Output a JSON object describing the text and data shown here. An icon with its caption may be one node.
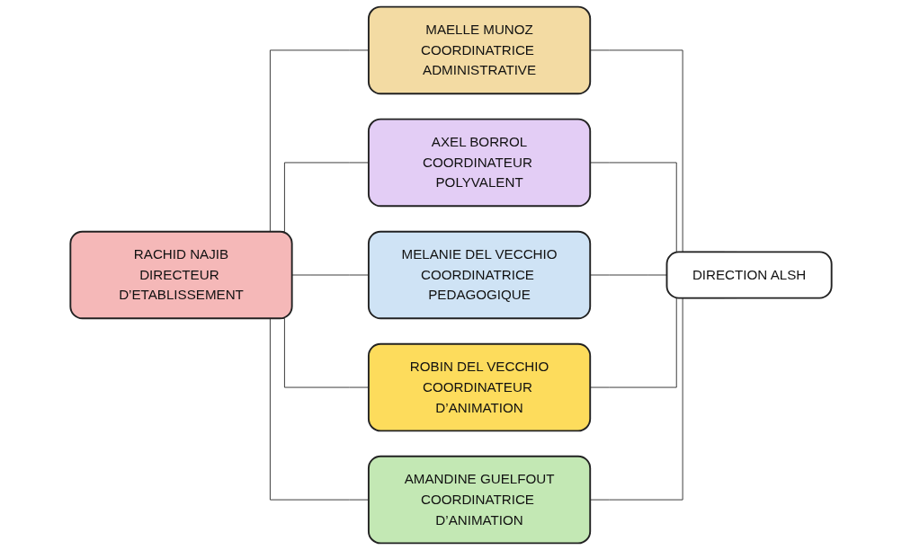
{
  "diagram": {
    "nodes": [
      {
        "text": [
          "RACHID NAJIB",
          "DIRECTEUR D’ETABLISSEMENT"
        ]
      },
      {
        "text": [
          "MAELLE MUNOZ",
          "COORDINATRICE ADMINISTRATIVE"
        ]
      },
      {
        "text": [
          "AXEL BORROL",
          "COORDINATEUR POLYVALENT"
        ]
      },
      {
        "text": [
          "MELANIE DEL VECCHIO",
          "COORDINATRICE PEDAGOGIQUE"
        ]
      },
      {
        "text": [
          "ROBIN DEL VECCHIO",
          "COORDINATEUR D’ANIMATION"
        ]
      },
      {
        "text": [
          "AMANDINE GUELFOUT",
          "COORDINATRICE D’ANIMATION"
        ]
      },
      {
        "text": [
          "DIRECTION ALSH"
        ]
      }
    ],
    "edges": [
      {
        "from": 0,
        "to": 1,
        "arrow": "none"
      },
      {
        "from": 0,
        "to": 2,
        "arrow": "none"
      },
      {
        "from": 0,
        "to": 3,
        "arrow": "none"
      },
      {
        "from": 0,
        "to": 4,
        "arrow": "none"
      },
      {
        "from": 0,
        "to": 5,
        "arrow": "none"
      },
      {
        "from": 1,
        "to": 6,
        "arrow": "none"
      },
      {
        "from": 2,
        "to": 6,
        "arrow": "none"
      },
      {
        "from": 3,
        "to": 6,
        "arrow": "none"
      },
      {
        "from": 4,
        "to": 6,
        "arrow": "none"
      },
      {
        "from": 5,
        "to": 6,
        "arrow": "none"
      }
    ]
  }
}
